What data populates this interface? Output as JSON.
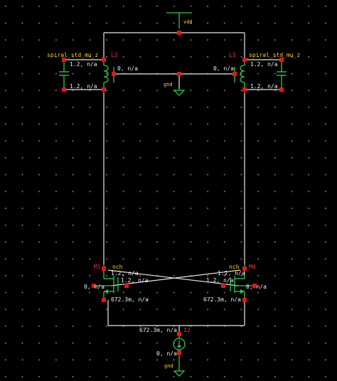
{
  "schematic": {
    "supply_net": "vdd",
    "ground_net": "gnd",
    "inductor_left": {
      "instance": "L2",
      "model": "spiral_std_mu_z",
      "top_value": "1.2, n/a",
      "mid_value": "0, n/a",
      "bottom_value": "1.2, n/a"
    },
    "inductor_right": {
      "instance": "L1",
      "model": "spiral_std_mu_z",
      "top_value": "1.2, n/a",
      "mid_value": "0, n/a",
      "bottom_value": "1.2, n/a"
    },
    "transistor_left": {
      "instance": "M1",
      "model": "nch",
      "drain_value": "1.2, n/a",
      "gate_value": "1.2, n/a",
      "bulk_value": "0, n/a",
      "source_value": "672.3m, n/a"
    },
    "transistor_right": {
      "instance": "M0",
      "model": "nch",
      "drain_value": "1.2, n/a",
      "gate_value": "1.2, n/a",
      "bulk_value": "0, n/a",
      "source_value": "672.3m, n/a"
    },
    "current_source": {
      "instance": "I2",
      "top_value": "672.3m, n/a",
      "bottom_value": "0, n/a"
    },
    "colors": {
      "background": "#000000",
      "wire": "#e8e8e8",
      "device": "#2ecc40",
      "node": "#e8141a",
      "label": "#ffd21a"
    }
  }
}
